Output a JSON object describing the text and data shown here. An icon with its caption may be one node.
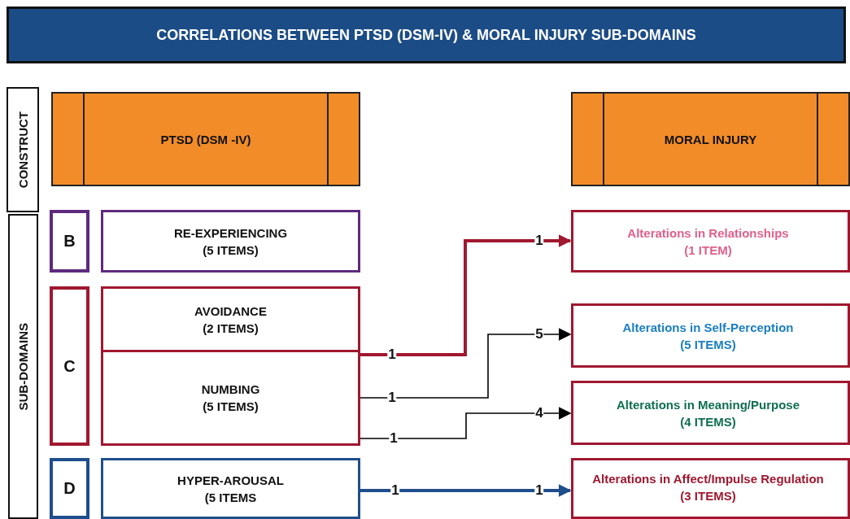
{
  "diagram": {
    "title": "CORRELATIONS BETWEEN PTSD (DSM-IV) & MORAL INJURY SUB-DOMAINS",
    "nodes": [
      {
        "text": [
          "CONSTRUCT"
        ]
      },
      {
        "text": [
          "SUB-DOMAINS"
        ]
      },
      {
        "text": [
          "PTSD (DSM -IV)"
        ]
      },
      {
        "text": [
          "MORAL INJURY"
        ]
      },
      {
        "text": [
          "B"
        ]
      },
      {
        "text": [
          "RE-EXPERIENCING",
          "(5 ITEMS)"
        ]
      },
      {
        "text": [
          "C"
        ]
      },
      {
        "text": [
          "AVOIDANCE",
          "(2 ITEMS)"
        ]
      },
      {
        "text": [
          "NUMBING",
          "(5 ITEMS)"
        ]
      },
      {
        "text": [
          "D"
        ]
      },
      {
        "text": [
          "HYPER-AROUSAL",
          "(5 ITEMS"
        ]
      },
      {
        "text": [
          "Alterations in Relationships",
          "(1 ITEM)"
        ]
      },
      {
        "text": [
          "Alterations in Self-Perception",
          "(5 ITEMS)"
        ]
      },
      {
        "text": [
          "Alterations in Meaning/Purpose",
          "(4 ITEMS)"
        ]
      },
      {
        "text": [
          "Alterations in Affect/Impulse Regulation",
          "(3 ITEMS)"
        ]
      }
    ],
    "edges": [
      {
        "from": 8,
        "to": 11,
        "arrow": "to",
        "label": "1",
        "style": "thick",
        "color": "#a0182f"
      },
      {
        "from": 8,
        "to": 12,
        "arrow": "to",
        "label": "5"
      },
      {
        "from": 8,
        "to": 13,
        "arrow": "to",
        "label": "4"
      },
      {
        "from": 10,
        "to": 14,
        "arrow": "to",
        "label": "1",
        "style": "thick",
        "color": "#1f4e8c"
      }
    ],
    "labels": [
      "1",
      "1",
      "1",
      "1"
    ]
  }
}
